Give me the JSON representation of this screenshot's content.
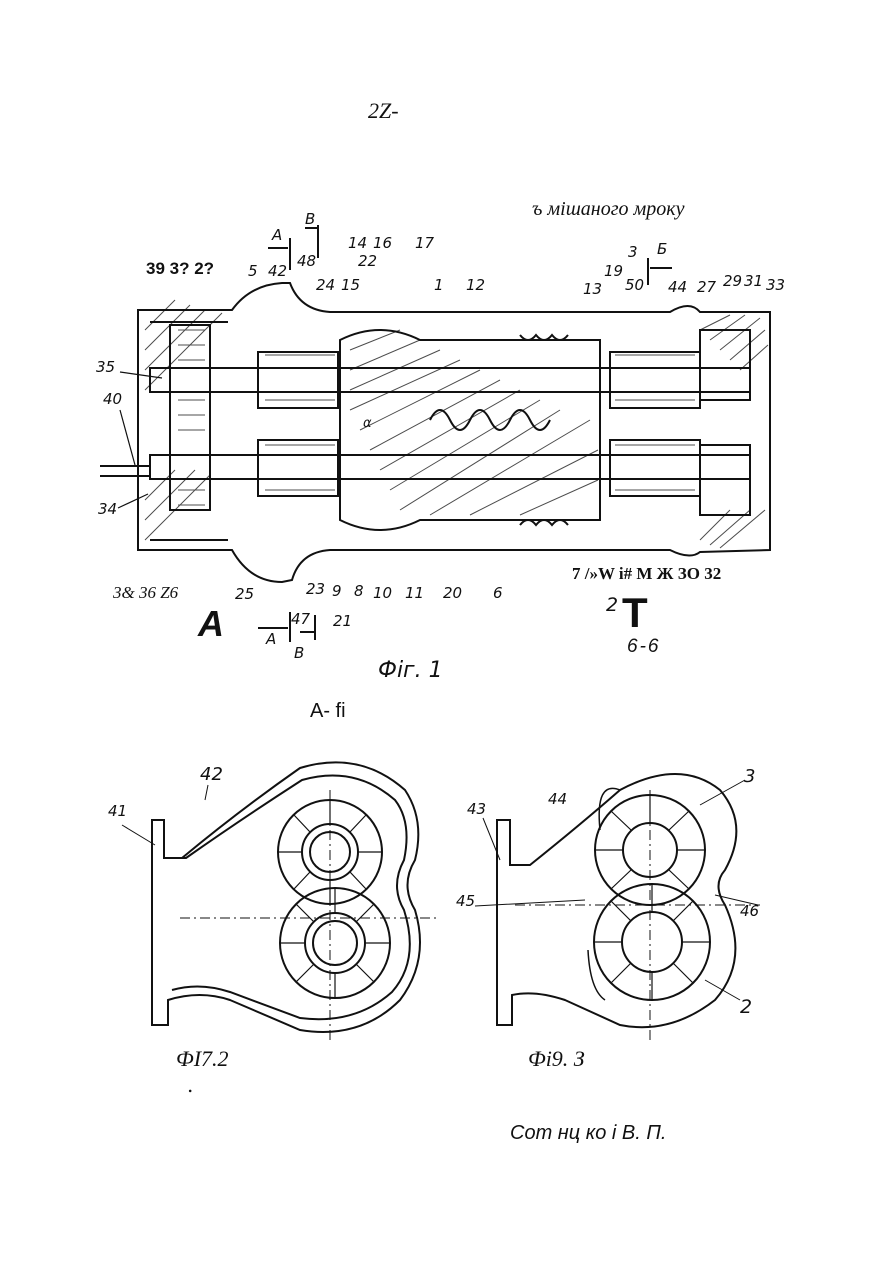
{
  "page": {
    "page_mark": "2Z-",
    "header_caption": "ъ мішаного мроку"
  },
  "figure1": {
    "caption": "Фіг. 1",
    "top_numbers": [
      "39 3? 2?",
      "5",
      "42",
      "48",
      "24",
      "15",
      "14",
      "16",
      "22",
      "17",
      "1",
      "12",
      "13",
      "19",
      "3",
      "50",
      "44",
      "27",
      "29",
      "31",
      "33"
    ],
    "left_numbers": [
      "35",
      "40",
      "34"
    ],
    "bottom_numbers": [
      "3& 36 Z6",
      "25",
      "23",
      "47",
      "21",
      "9",
      "8",
      "10",
      "11",
      "20",
      "6"
    ],
    "right_bottom_label": "7 /»W і# М Ж ЗО 32",
    "section_labels": {
      "a_top": "А",
      "b_top": "В",
      "a_bottom": "А",
      "b_bottom": "В",
      "b_right": "Б",
      "big_a": "А",
      "alpha": "α",
      "two": "2",
      "t_mark": "T",
      "section_66": "6-6"
    }
  },
  "section_a_title": "А- fi",
  "figure2": {
    "caption": "ФІ7.2",
    "dot": ".",
    "labels": [
      "41",
      "42"
    ]
  },
  "figure3": {
    "caption": "Фі9. З",
    "labels": [
      "43",
      "44",
      "3",
      "45",
      "46",
      "2"
    ]
  },
  "signature": "Сот нц ко і  В. П."
}
